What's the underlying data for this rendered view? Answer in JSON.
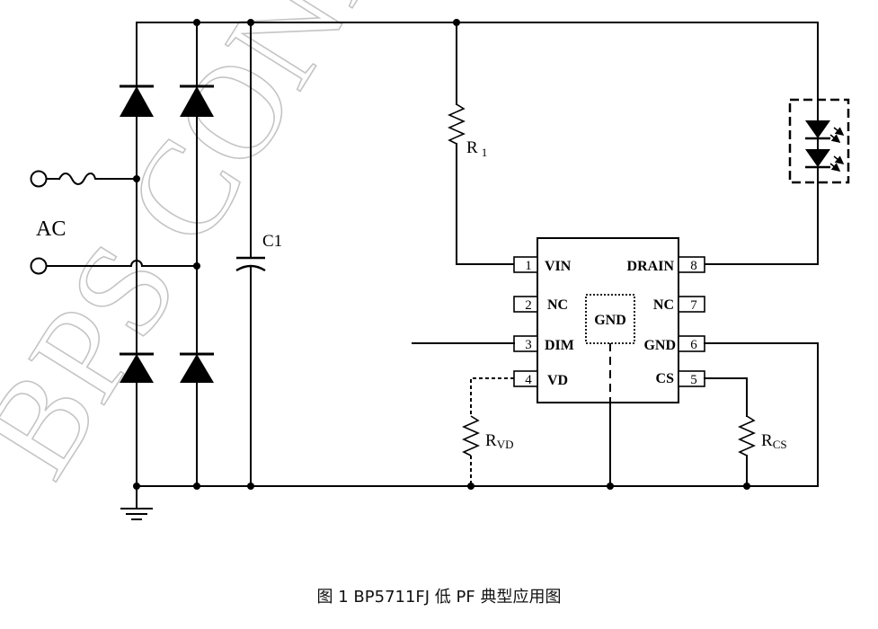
{
  "watermark": "BPS CONFI",
  "labels": {
    "ac": "AC",
    "c1": "C1",
    "r1_main": "R",
    "r1_sub": "1",
    "rvd_main": "R",
    "rvd_sub": "VD",
    "rcs_main": "R",
    "rcs_sub": "CS"
  },
  "chip": {
    "center_label": "GND",
    "pins": [
      {
        "num": "1",
        "name": "VIN"
      },
      {
        "num": "2",
        "name": "NC"
      },
      {
        "num": "3",
        "name": "DIM"
      },
      {
        "num": "4",
        "name": "VD"
      },
      {
        "num": "5",
        "name": "CS"
      },
      {
        "num": "6",
        "name": "GND"
      },
      {
        "num": "7",
        "name": "NC"
      },
      {
        "num": "8",
        "name": "DRAIN"
      }
    ]
  },
  "caption": "图 1 BP5711FJ  低 PF 典型应用图"
}
